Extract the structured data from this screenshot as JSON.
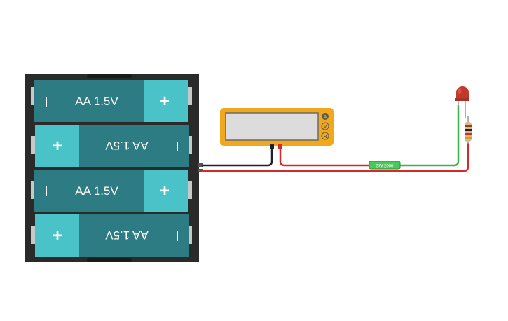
{
  "battery_pack": {
    "cells": [
      {
        "label": "AA 1.5V",
        "minus": "I",
        "plus": "+",
        "orientation": "normal"
      },
      {
        "label": "AA 1.5V",
        "minus": "I",
        "plus": "+",
        "orientation": "flipped"
      },
      {
        "label": "AA 1.5V",
        "minus": "I",
        "plus": "+",
        "orientation": "normal"
      },
      {
        "label": "AA 1.5V",
        "minus": "I",
        "plus": "+",
        "orientation": "flipped"
      }
    ]
  },
  "multimeter": {
    "mode_buttons": [
      "A",
      "V",
      "R"
    ]
  },
  "switch": {
    "label": "SW 2000"
  },
  "colors": {
    "battery_body": "#2e7c83",
    "battery_cap": "#49c3c7",
    "holder": "#2a2a2a",
    "meter_frame": "#f0a81d",
    "meter_display": "#dcdcdc",
    "wire_black": "#222222",
    "wire_red": "#d42a2a",
    "wire_green": "#3ab54a",
    "led": "#c0392b"
  }
}
